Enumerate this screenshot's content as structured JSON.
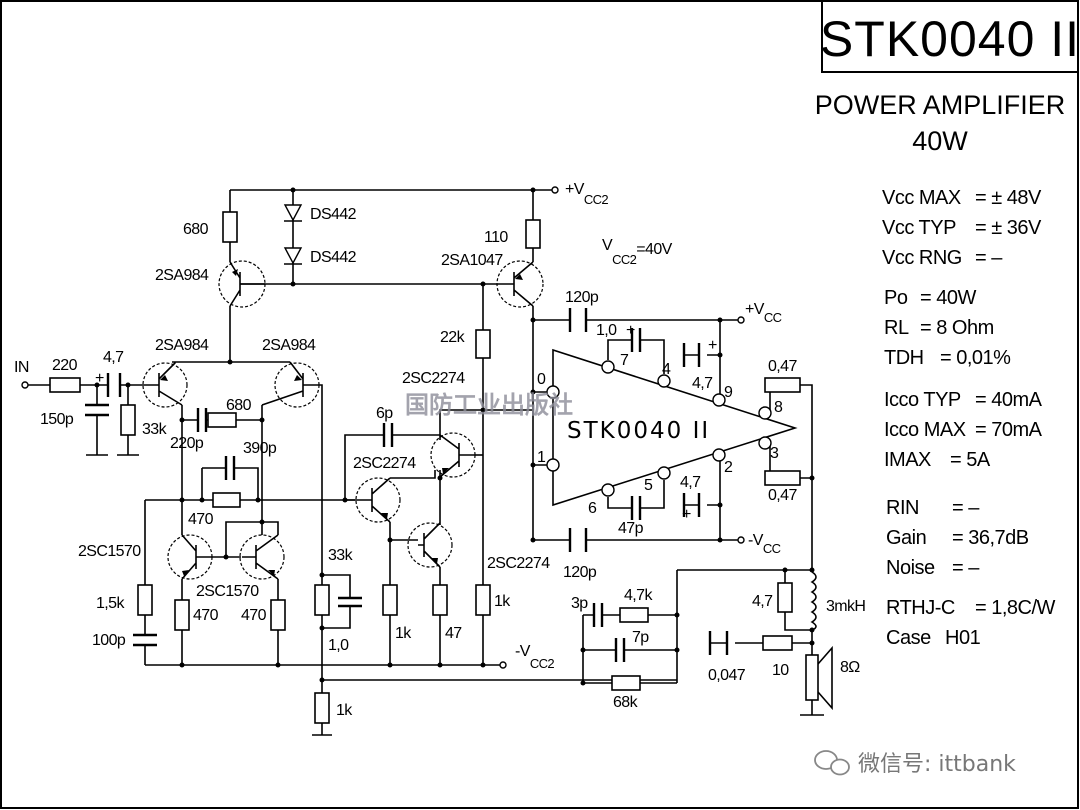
{
  "title": "STK0040 II",
  "subtitle": "POWER AMPLIFIER",
  "power": "40W",
  "specs": [
    {
      "label": "Vcc MAX",
      "value": "= ± 48V"
    },
    {
      "label": "Vcc TYP",
      "value": "= ± 36V"
    },
    {
      "label": "Vcc RNG",
      "value": "=   –"
    },
    {
      "label": "Po",
      "value": "= 40W"
    },
    {
      "label": "RL",
      "value": "= 8 Ohm"
    },
    {
      "label": "TDH",
      "value": "= 0,01%"
    },
    {
      "label": "Icco TYP",
      "value": "= 40mA"
    },
    {
      "label": "Icco MAX",
      "value": "= 70mA"
    },
    {
      "label": "IMAX",
      "value": "=    5A"
    },
    {
      "label": "RIN",
      "value": "=  –"
    },
    {
      "label": "Gain",
      "value": "=  36,7dB"
    },
    {
      "label": "Noise",
      "value": "=   –"
    },
    {
      "label": "RTHJ-C",
      "value": "=  1,8C/W"
    },
    {
      "label": "Case",
      "value": "H01"
    }
  ],
  "ic": {
    "name": "STK0040  II",
    "pins": [
      "0",
      "1",
      "2",
      "3",
      "4",
      "5",
      "6",
      "7",
      "8",
      "9"
    ]
  },
  "rails": {
    "vcc2_pos": "+V",
    "vcc2_sub": "CC2",
    "vcc2_neg": "-V",
    "vcc_pos": "+V",
    "vcc_neg": "-V",
    "vcc_sub": "CC",
    "vcc2_eq_v": "V",
    "vcc2_eq_sub": "CC2",
    "vcc2_eq_val": "=40V"
  },
  "labels": {
    "in": "IN",
    "r220": "220",
    "c47in": "4,7",
    "c150p": "150p",
    "r33k_in": "33k",
    "r680_top": "680",
    "ds1": "DS442",
    "ds2": "DS442",
    "q1": "2SA984",
    "q2": "2SA984",
    "q3": "2SA984",
    "r110": "110",
    "q2sa1047": "2SA1047",
    "r22k": "22k",
    "c220p": "220p",
    "r680": "680",
    "c390p": "390p",
    "r470_fb": "470",
    "q4": "2SC1570",
    "q5": "2SC1570",
    "r470a": "470",
    "r470b": "470",
    "r15k": "1,5k",
    "c100p": "100p",
    "r33k": "33k",
    "c10": "1,0",
    "r1k_gnd": "1k",
    "q6": "2SC2274",
    "q7": "2SC2274",
    "q8": "2SC2274",
    "c6p": "6p",
    "r1k_a": "1k",
    "r47": "47",
    "r1k_b": "1k",
    "c120p_top": "120p",
    "c120p_bot": "120p",
    "c10_ic": "1,0",
    "c47_top": "4,7",
    "c47_bot": "4,7",
    "c47p": "47p",
    "r047_top": "0,47",
    "r047_bot": "0,47",
    "c3p": "3p",
    "r47k": "4,7k",
    "c7p": "7p",
    "r68k": "68k",
    "r47_l": "4,7",
    "l3mkh": "3mkH",
    "c0047": "0,047",
    "r10": "10",
    "spk": "8Ω",
    "plus": "+"
  },
  "watermark": {
    "publisher": "国防工业出版社",
    "wechat": "微信号: ittbank"
  }
}
